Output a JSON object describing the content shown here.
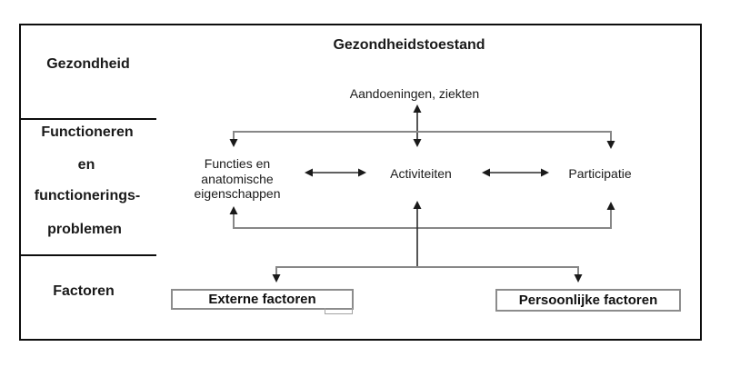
{
  "diagram": {
    "title": "Gezondheidstoestand",
    "health_condition_label": "Aandoeningen, ziekten",
    "side_labels": {
      "health": "Gezondheid",
      "functioning_line1": "Functioneren",
      "functioning_line2": "en",
      "functioning_line3": "functionerings-",
      "functioning_line4": "problemen",
      "factors": "Factoren"
    },
    "nodes": {
      "functions_line1": "Functies en",
      "functions_line2": "anatomische",
      "functions_line3": "eigenschappen",
      "activities": "Activiteiten",
      "participation": "Participatie",
      "external_factors": "Externe factoren",
      "personal_factors": "Persoonlijke factoren"
    },
    "colors": {
      "background": "#ffffff",
      "frame_border": "#0d0d0d",
      "connector_line": "#878787",
      "arrow_line": "#2b2b2b",
      "arrowhead": "#1a1a1a",
      "box_border": "#8c8c8c",
      "text": "#1a1a1a"
    }
  }
}
